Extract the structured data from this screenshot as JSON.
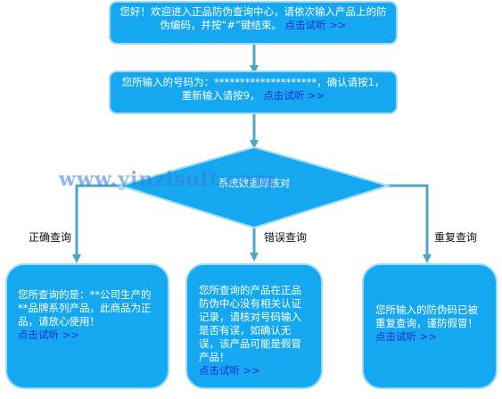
{
  "colors": {
    "box_fill": "#15a8f0",
    "box_stroke": "#9fdbf8",
    "arrow": "#4ca6c8",
    "link": "#1a2fd6",
    "watermark": "#3a79d8"
  },
  "welcome": {
    "text": "您好！欢迎进入正品防伪查询中心，请依次输入产品上的防伪编码，并按“#”键结束。",
    "link": "点击试听 >>"
  },
  "confirm": {
    "text": "您所输入的号码为：********************，确认请按1，重新输入请按9，",
    "link": "点击试听 >>"
  },
  "decision": {
    "text": "系统数据库核对"
  },
  "branches": {
    "correct": "正确查询",
    "wrong": "错误查询",
    "repeat": "重复查询"
  },
  "results": {
    "correct": {
      "text": "您所查询的是：**公司生产的**品牌系列产品，此商品为正品，请放心使用！",
      "link": "点击试听 >>"
    },
    "wrong": {
      "text": "您所查询的产品在正品防伪中心没有相关认证记录，请核对号码输入是否有误，如确认无误，该产品可能是假冒产品！",
      "link": "点击试听 >>"
    },
    "repeat": {
      "text": "您所输入的防伪码已被重复查询，谨防假冒！",
      "link": "点击试听 >>"
    }
  },
  "watermark": "www.yinzisoft.com"
}
